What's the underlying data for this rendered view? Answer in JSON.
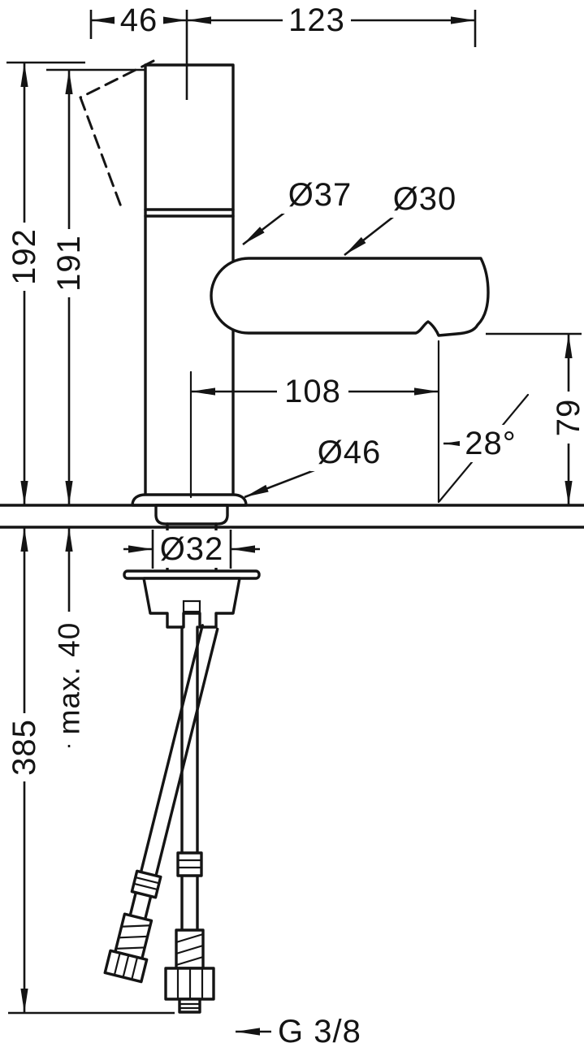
{
  "page": {
    "background": "#ffffff",
    "ink": "#141414"
  },
  "labels": {
    "handle_width": "46",
    "spout_reach": "123",
    "total_height": "192",
    "body_height": "191",
    "body_diameter": "Ø37",
    "spout_diameter": "Ø30",
    "outlet_reach": "108",
    "outlet_height": "79",
    "stream_angle": "28°",
    "base_diameter": "Ø46",
    "hole_diameter": "Ø32",
    "max_mounting_thickness": "max. 40",
    "hose_length": "385",
    "connection_thread": "G 3/8"
  }
}
